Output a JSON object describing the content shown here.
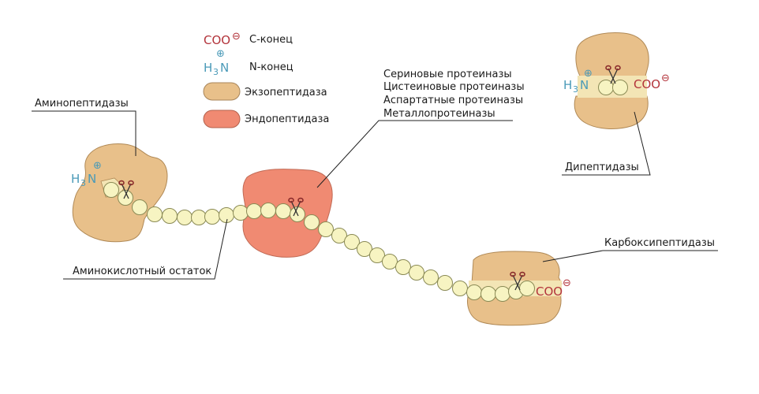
{
  "legend": {
    "c_terminus_formula": "COO",
    "c_terminus_charge": "⊖",
    "c_terminus_label": "С-конец",
    "n_terminus_formula_h": "H",
    "n_terminus_formula_sub": "3",
    "n_terminus_formula_n": "N",
    "n_terminus_charge": "⊕",
    "n_terminus_label": "N-конец",
    "exopeptidase_label": "Экзопептидаза",
    "endopeptidase_label": "Эндопептидаза"
  },
  "labels": {
    "aminopeptidases": "Аминопептидазы",
    "amino_acid_residue": "Аминокислотный остаток",
    "endo_types": [
      "Сериновые протеиназы",
      "Цистеиновые протеиназы",
      "Аспартатные протеиназы",
      "Металлопротеиназы"
    ],
    "dipeptidases": "Дипептидазы",
    "carboxypeptidases": "Карбоксипептидазы"
  },
  "colors": {
    "exopeptidase": "#e8c08a",
    "endopeptidase": "#f08a72",
    "bead": "#f7f4c2",
    "bead_stroke": "#8a8a55",
    "c_terminus": "#b3343b",
    "n_terminus": "#4a9ab8",
    "scissors": "#8a2a2a"
  },
  "icons": {
    "scissors": "scissors-icon"
  }
}
